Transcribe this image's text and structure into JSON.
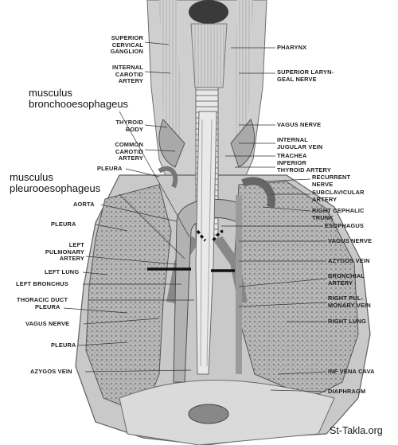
{
  "labels": {
    "superior_cervical_ganglion": [
      "SUPERIOR",
      "CERVICAL",
      "GANGLION"
    ],
    "internal_carotid_artery": [
      "INTERNAL",
      "CAROTID",
      "ARTERY"
    ],
    "thyroid_body": [
      "THYROID",
      "BODY"
    ],
    "common_carotid_artery": [
      "COMMON",
      "CAROTID",
      "ARTERY"
    ],
    "pleura_upper": "PLEURA",
    "aorta": "AORTA",
    "pleura_left": "PLEURA",
    "left_pulmonary_artery": [
      "LEFT",
      "PULMONARY",
      "ARTERY"
    ],
    "left_lung": "LEFT LUNG",
    "left_bronchus": "LEFT BRONCHUS",
    "thoracic_duct": "THORACIC DUCT",
    "pleura_mid": "PLEURA",
    "vagus_nerve_left": "VAGUS NERVE",
    "pleura_lower": "PLEURA",
    "azygos_vein_bottom": "AZYGOS VEIN",
    "pharynx": "PHARYNX",
    "superior_laryngeal_nerve": [
      "SUPERIOR LARYN-",
      "GEAL NERVE"
    ],
    "vagus_nerve_right": "VAGUS NERVE",
    "internal_jugular_vein": [
      "INTERNAL",
      "JUGULAR VEIN"
    ],
    "trachea": "TRACHEA",
    "inferior_thyroid_artery": [
      "INFERIOR",
      "THYROID ARTERY"
    ],
    "recurrent_nerve": [
      "RECURRENT",
      "NERVE"
    ],
    "subclavicular_artery": [
      "SUBCLAVICULAR",
      "ARTERY"
    ],
    "right_cephalic_trunk": [
      "RIGHT CEPHALIC",
      "TRUNK"
    ],
    "esophagus": "ESOPHAGUS",
    "vagus_nerve_right2": "VAGUS NERVE",
    "azygos_vein_right": "AZYGOS VEIN",
    "bronchial_artery": [
      "BRONCHIAL",
      "ARTERY"
    ],
    "right_pulmonary_vein": [
      "RIGHT PUL-",
      "MONARY VEIN"
    ],
    "right_lung": "RIGHT LUNG",
    "inf_vena_cava": "INF VENA CAVA",
    "diaphragm": "DIAPHRAGM"
  },
  "annotations": {
    "musculus_bronchooesophageus": [
      "musculus",
      "bronchooesophageus"
    ],
    "musculus_pleurooesophageus": [
      "musculus",
      "pleurooesophageus"
    ]
  },
  "watermark": "St-Takla.org",
  "colors": {
    "background": "#ffffff",
    "ink": "#1c1c1c",
    "line": "#3a3a3a"
  }
}
